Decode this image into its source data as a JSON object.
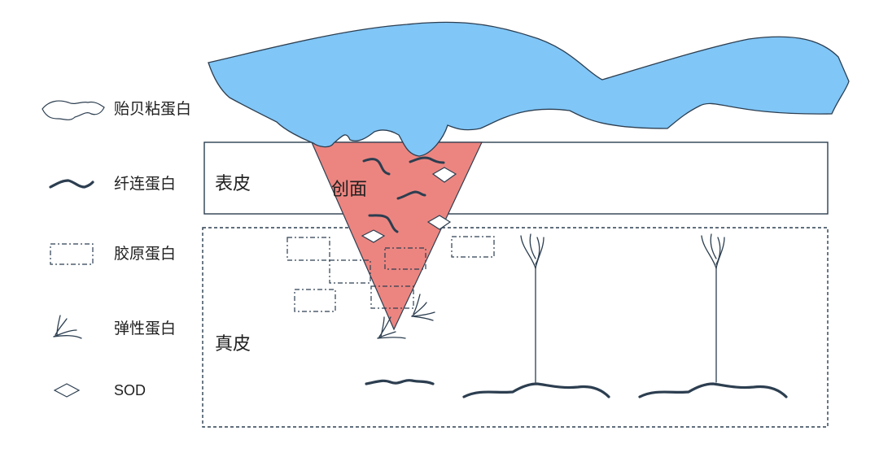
{
  "legend": {
    "mussel_protein": "贻贝粘蛋白",
    "fibronectin": "纤连蛋白",
    "collagen": "胶原蛋白",
    "elastin": "弹性蛋白",
    "sod": "SOD"
  },
  "layers": {
    "epidermis": "表皮",
    "dermis": "真皮",
    "wound": "创面"
  },
  "colors": {
    "mussel_fill": "#80c6f7",
    "wound_fill": "#ec8580",
    "stroke_dark": "#2c3e50"
  }
}
